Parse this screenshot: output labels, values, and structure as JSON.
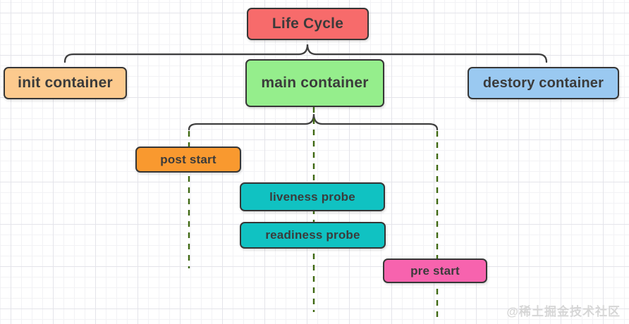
{
  "diagram": {
    "watermark": "@稀土掘金技术社区",
    "colors": {
      "border": "#363636",
      "brace": "#3f3f3f",
      "dashed_line": "#3e6811",
      "lifecycle_fill": "#f76b6b",
      "init_fill": "#fcca8e",
      "main_fill": "#95ee8c",
      "destory_fill": "#9ac9f1",
      "post_start_fill": "#f9992f",
      "probe_fill": "#10c2c2",
      "pre_start_fill": "#f763ae",
      "text": "#3b3b3b",
      "watermark_text": "#d6d6d6"
    },
    "nodes": {
      "lifecycle": {
        "label": "Life Cycle",
        "fill": "#f76b6b"
      },
      "init_container": {
        "label": "init container",
        "fill": "#fcca8e"
      },
      "main_container": {
        "label": "main container",
        "fill": "#95ee8c"
      },
      "destory_container": {
        "label": "destory container",
        "fill": "#9ac9f1"
      },
      "post_start": {
        "label": "post start",
        "fill": "#f9992f"
      },
      "liveness_probe": {
        "label": "liveness probe",
        "fill": "#10c2c2"
      },
      "readiness_probe": {
        "label": "readiness probe",
        "fill": "#10c2c2"
      },
      "pre_start": {
        "label": "pre start",
        "fill": "#f763ae"
      }
    }
  }
}
